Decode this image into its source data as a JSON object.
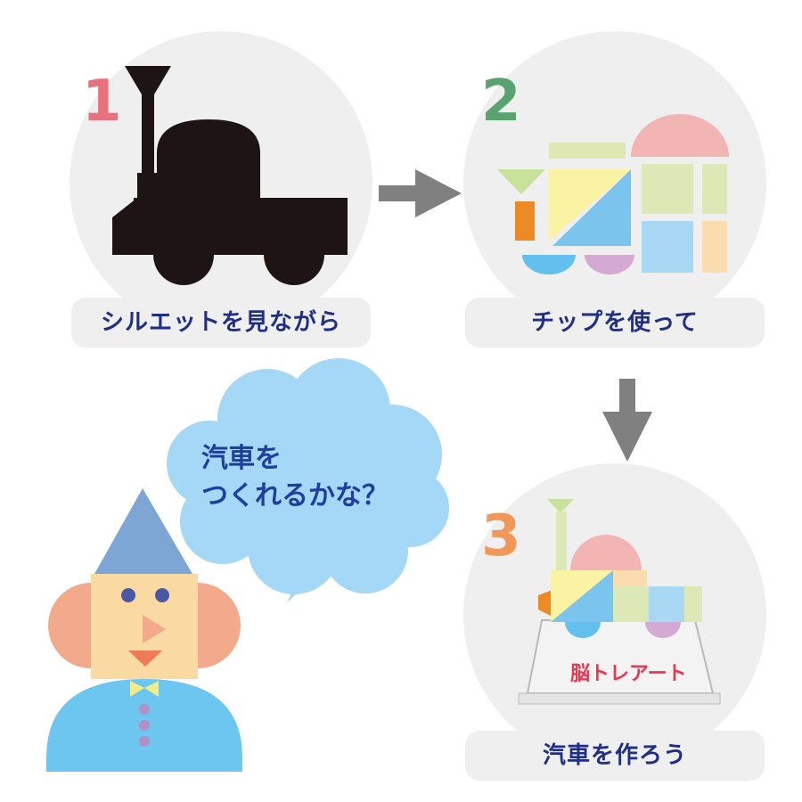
{
  "steps": [
    {
      "number": "1",
      "caption": "シルエットを見ながら",
      "number_color": "#e9707d"
    },
    {
      "number": "2",
      "caption": "チップを使って",
      "number_color": "#5aa26f"
    },
    {
      "number": "3",
      "caption": "汽車を作ろう",
      "number_color": "#f0975a"
    }
  ],
  "speech_bubble": {
    "line1": "汽車を",
    "line2": "つくれるかな？"
  },
  "product_logo": "脳トレアート",
  "colors": {
    "circle_bg": "#efefef",
    "caption_text": "#1f2e86",
    "silhouette": "#1e1416",
    "arrow": "#808080",
    "bubble": "#a5d7f6",
    "bubble_text": "#1f3f9e"
  },
  "icons": [
    "arrow-right-icon",
    "arrow-down-icon",
    "train-silhouette-icon",
    "character-icon"
  ]
}
